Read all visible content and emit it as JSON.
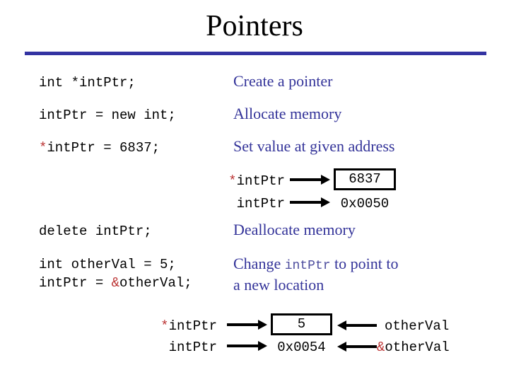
{
  "slide": {
    "title": "Pointers"
  },
  "statements": {
    "s1": {
      "code": "int *intPtr;",
      "desc": "Create a pointer"
    },
    "s2": {
      "code": "intPtr = new int;",
      "desc": "Allocate memory"
    },
    "s3": {
      "code_star": "*",
      "code_rest": "intPtr = 6837;",
      "desc": "Set value at given address"
    },
    "s4": {
      "code": "delete intPtr;",
      "desc": "Deallocate memory"
    },
    "s5": {
      "code_line1": "int otherVal = 5;",
      "code_line2_pre": "intPtr = ",
      "code_line2_amp": "&",
      "code_line2_post": "otherVal;",
      "desc_pre": "Change ",
      "desc_code": "intPtr",
      "desc_post": " to point to",
      "desc_line2": "a new location"
    }
  },
  "diagram1": {
    "row1": {
      "label_star": "*",
      "label": "intPtr",
      "box_value": "6837"
    },
    "row2": {
      "label": "intPtr",
      "address": "0x0050"
    }
  },
  "diagram2": {
    "row1": {
      "label_star": "*",
      "label": "intPtr",
      "box_value": "5",
      "source": "otherVal"
    },
    "row2": {
      "label": "intPtr",
      "address": "0x0054",
      "source_amp": "&",
      "source": "otherVal"
    }
  },
  "icons": {
    "arrow_right": "→",
    "arrow_left": "←"
  },
  "colors": {
    "text_blue": "#333399",
    "rule_blue": "#3333A2",
    "code_red": "#BB3333",
    "code_black": "#000000",
    "background": "#FFFFFF"
  }
}
